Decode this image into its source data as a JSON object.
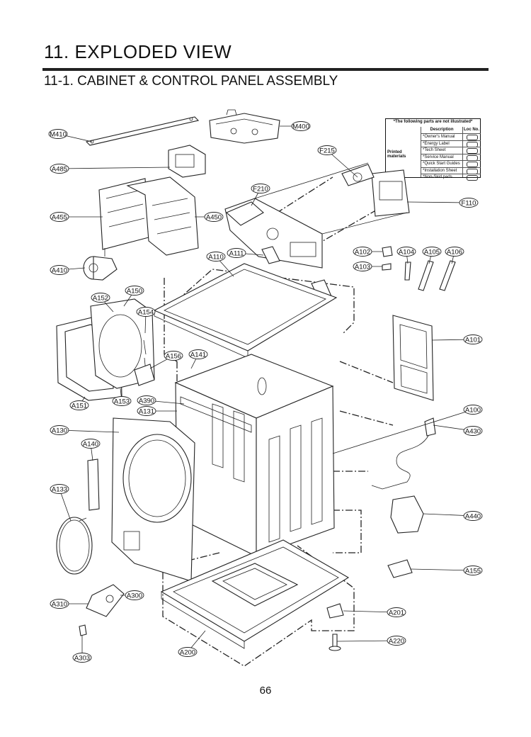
{
  "title": "11. EXPLODED VIEW",
  "subtitle": "11-1. CABINET  & CONTROL PANEL ASSEMBLY",
  "page_number": "66",
  "printed_materials": {
    "title": "*The following parts are not illustrated*",
    "col_description": "Description",
    "col_loc": "Loc No.",
    "category": "Printed materials",
    "rows": [
      "*Owner's Manual",
      "*Energy Label",
      "*Tech Sheet",
      "*Service Manual",
      "*Quick Start Guides",
      "*Installation Sheet",
      "*Non-Skid pads"
    ]
  },
  "callouts": [
    {
      "id": "M410"
    },
    {
      "id": "M400"
    },
    {
      "id": "A485"
    },
    {
      "id": "F215"
    },
    {
      "id": "F210"
    },
    {
      "id": "F110"
    },
    {
      "id": "A455"
    },
    {
      "id": "A450"
    },
    {
      "id": "A410"
    },
    {
      "id": "A110"
    },
    {
      "id": "A111"
    },
    {
      "id": "A102"
    },
    {
      "id": "A103"
    },
    {
      "id": "A104"
    },
    {
      "id": "A105"
    },
    {
      "id": "A106"
    },
    {
      "id": "A152"
    },
    {
      "id": "A150"
    },
    {
      "id": "A154"
    },
    {
      "id": "A101"
    },
    {
      "id": "A156"
    },
    {
      "id": "A141"
    },
    {
      "id": "A390"
    },
    {
      "id": "A131"
    },
    {
      "id": "A151"
    },
    {
      "id": "A153"
    },
    {
      "id": "A100"
    },
    {
      "id": "A130"
    },
    {
      "id": "A430"
    },
    {
      "id": "A140"
    },
    {
      "id": "A133"
    },
    {
      "id": "A440"
    },
    {
      "id": "A155"
    },
    {
      "id": "A300"
    },
    {
      "id": "A310"
    },
    {
      "id": "A201"
    },
    {
      "id": "A220"
    },
    {
      "id": "A200"
    },
    {
      "id": "A303"
    }
  ]
}
